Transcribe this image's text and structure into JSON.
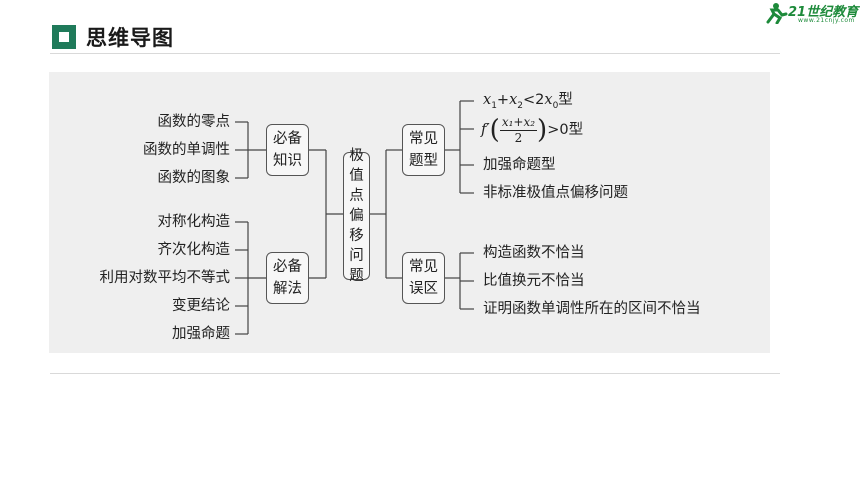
{
  "header": {
    "title": "思维导图"
  },
  "logo": {
    "text": "21世纪教育",
    "sub": "www.21cnjy.com"
  },
  "colors": {
    "accent": "#1f7a5a",
    "panel": "#efefef"
  },
  "center": {
    "chars": [
      "极",
      "值",
      "点",
      "偏",
      "移",
      "问",
      "题"
    ]
  },
  "knowledge": {
    "box": [
      "必备",
      "知识"
    ],
    "items": [
      "函数的零点",
      "函数的单调性",
      "函数的图象"
    ]
  },
  "methods": {
    "box": [
      "必备",
      "解法"
    ],
    "items": [
      "对称化构造",
      "齐次化构造",
      "利用对数平均不等式",
      "变更结论",
      "加强命题"
    ]
  },
  "types": {
    "box": [
      "常见",
      "题型"
    ],
    "item1": {
      "x": "x",
      "plus": "+",
      "lt": "<2",
      "sub1": "1",
      "sub2": "2",
      "sub0": "0",
      "suffix": "型"
    },
    "item2": {
      "f": "f′",
      "num": "x₁+x₂",
      "den": "2",
      "suffix": ">0型"
    },
    "items": [
      "加强命题型",
      "非标准极值点偏移问题"
    ]
  },
  "mistakes": {
    "box": [
      "常见",
      "误区"
    ],
    "items": [
      "构造函数不恰当",
      "比值换元不恰当",
      "证明函数单调性所在的区间不恰当"
    ]
  }
}
